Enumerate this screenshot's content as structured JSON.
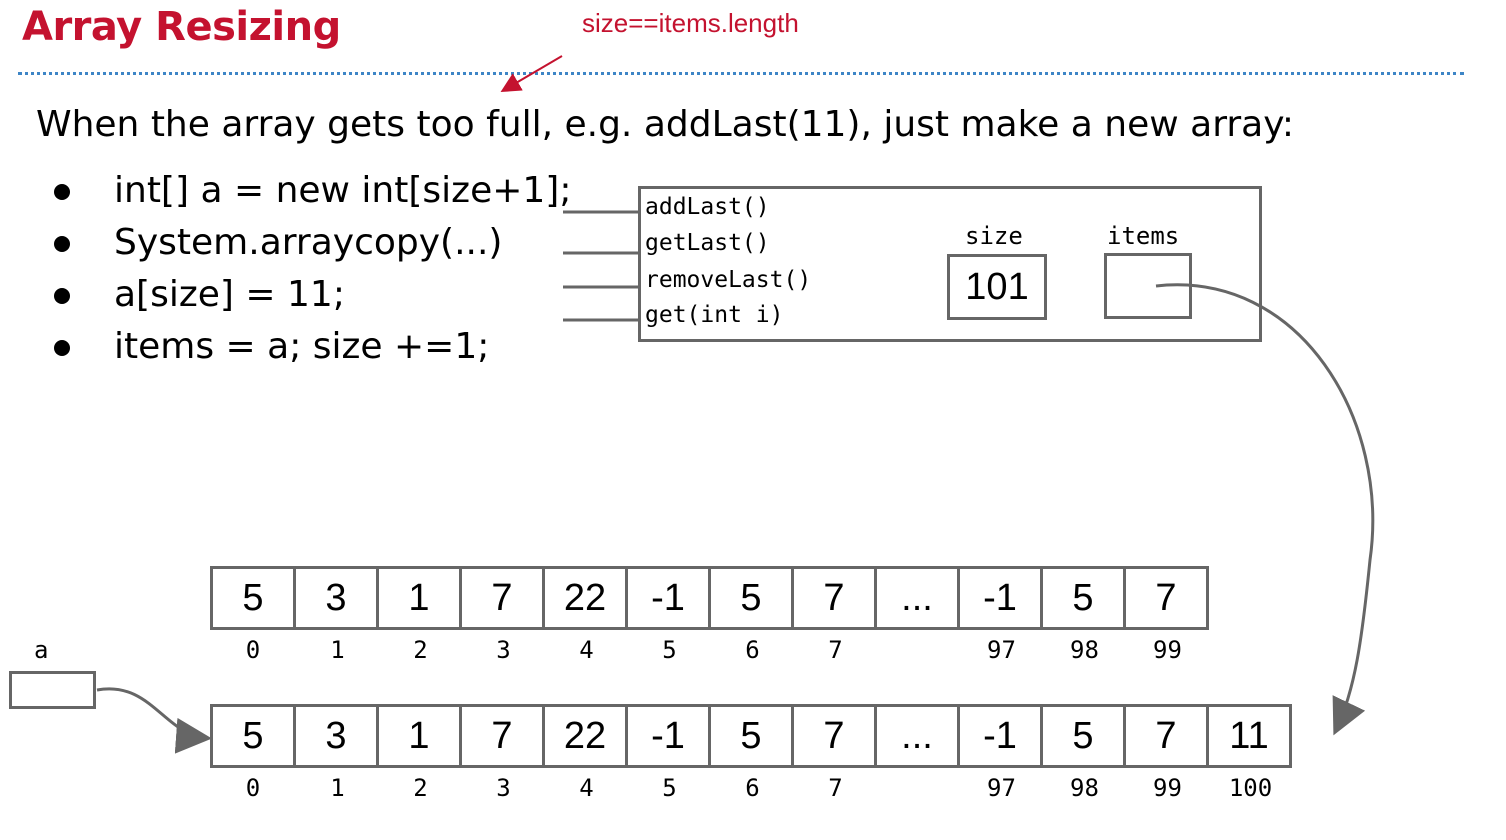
{
  "title": "Array Resizing",
  "note": "size==items.length",
  "intro": "When the array gets too full, e.g. addLast(11), just make a new array:",
  "bullets": [
    "int[] a = new int[size+1];",
    "System.arraycopy(...)",
    "a[size] = 11;",
    "items = a;   size +=1;"
  ],
  "object": {
    "methods": [
      "addLast()",
      "getLast()",
      "removeLast()",
      "get(int i)"
    ],
    "size_label": "size",
    "size_value": "101",
    "items_label": "items"
  },
  "var_a_label": "a",
  "old_array": {
    "values": [
      "5",
      "3",
      "1",
      "7",
      "22",
      "-1",
      "5",
      "7",
      "...",
      "-1",
      "5",
      "7"
    ],
    "indices": [
      "0",
      "1",
      "2",
      "3",
      "4",
      "5",
      "6",
      "7",
      "",
      "97",
      "98",
      "99"
    ]
  },
  "new_array": {
    "values": [
      "5",
      "3",
      "1",
      "7",
      "22",
      "-1",
      "5",
      "7",
      "...",
      "-1",
      "5",
      "7",
      "11"
    ],
    "indices": [
      "0",
      "1",
      "2",
      "3",
      "4",
      "5",
      "6",
      "7",
      "",
      "97",
      "98",
      "99",
      "100"
    ]
  },
  "colors": {
    "title": "#c4122f",
    "rule": "#3d85c6",
    "box": "#666666"
  }
}
